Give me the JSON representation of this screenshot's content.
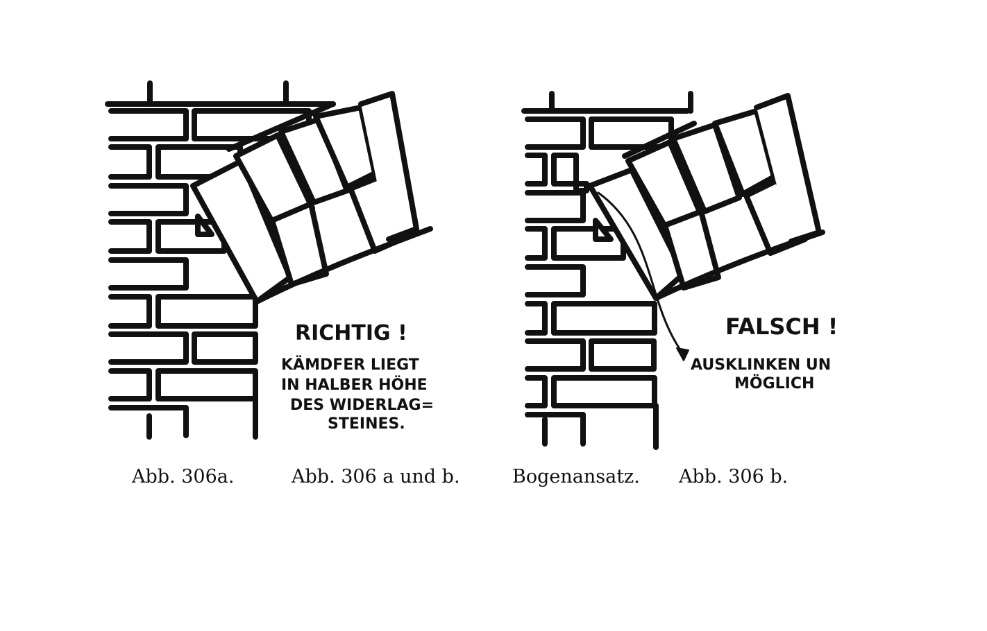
{
  "colors": {
    "ink": "#111111",
    "paper": "#ffffff"
  },
  "figure_a": {
    "heading": "RICHTIG !",
    "note_lines": [
      "KÄMDFER LIEGT",
      "IN HALBER HÖHE",
      "DES WIDERLAG=",
      "STEINES."
    ]
  },
  "figure_b": {
    "heading": "FALSCH !",
    "note_lines": [
      "AUSKLINKEN  UN",
      "MÖGLICH"
    ]
  },
  "captions": {
    "left": "Abb. 306a.",
    "center": "Abb. 306 a  und  b.",
    "center_right": "Bogenansatz.",
    "right": "Abb. 306 b."
  }
}
